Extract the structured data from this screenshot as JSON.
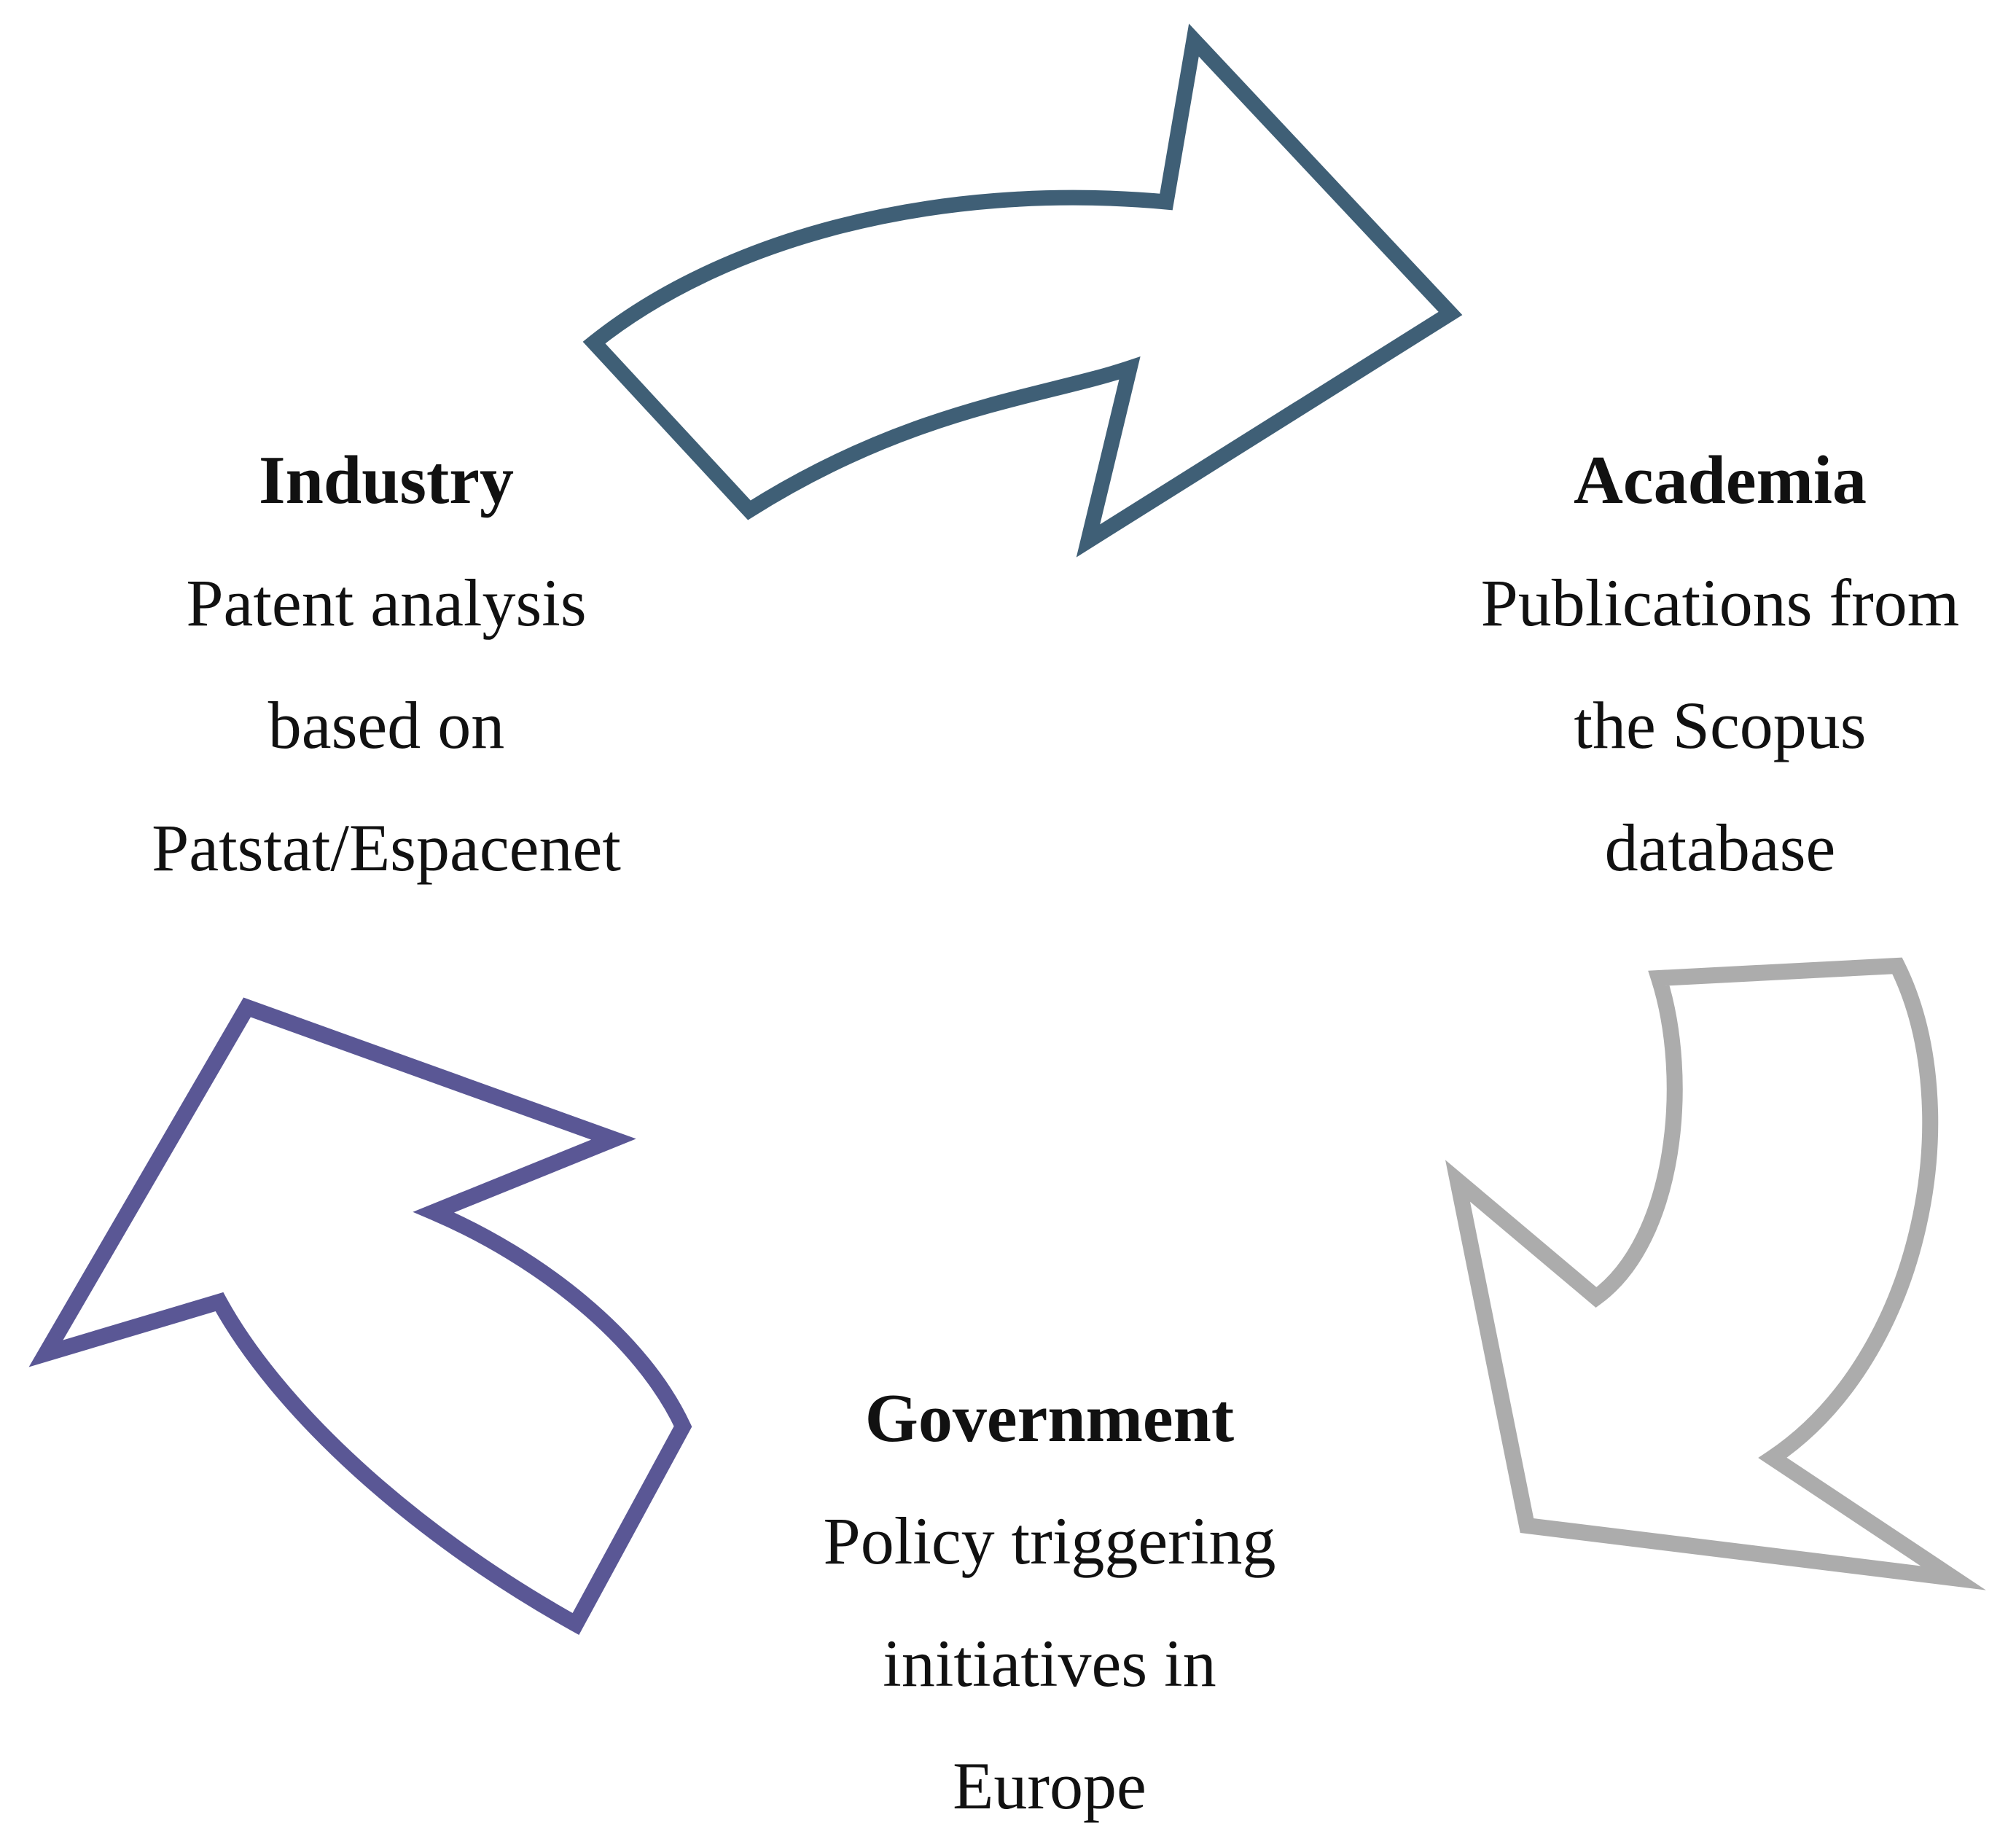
{
  "canvas": {
    "background": "#FFFFFF"
  },
  "nodes": {
    "industry": {
      "title": "Industry",
      "lines": [
        "Patent analysis",
        "based on",
        "Patstat/Espacenet"
      ]
    },
    "academia": {
      "title": "Academia",
      "lines": [
        "Publications from",
        "the Scopus",
        "database"
      ]
    },
    "government": {
      "title": "Government",
      "lines": [
        "Policy triggering",
        "initiatives in",
        "Europe"
      ]
    }
  },
  "arrows": {
    "industry_to_academia": {
      "description": "curved arrow pointing right, from Industry to Academia",
      "color": "#3F5F76"
    },
    "academia_to_government": {
      "description": "curved arrow pointing down-left, from Academia to Government",
      "color": "#ACACAC"
    },
    "government_to_industry": {
      "description": "curved arrow pointing up-left, from Government to Industry",
      "color": "#5A5795"
    }
  }
}
